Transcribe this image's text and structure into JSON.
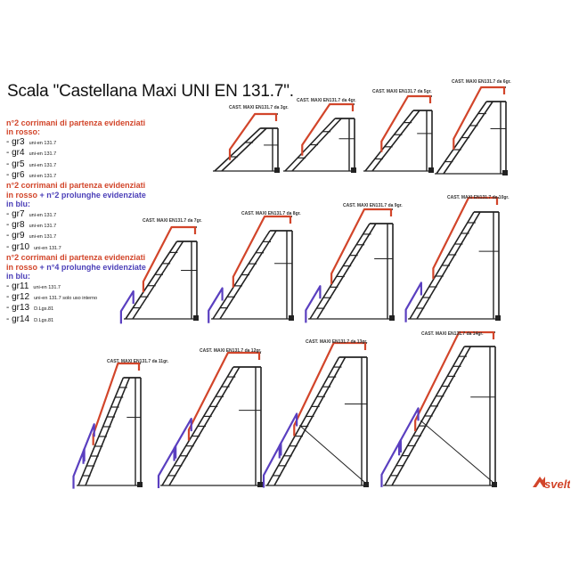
{
  "title": "Scala \"Castellana Maxi UNI EN 131.7\".",
  "legend": {
    "group1": {
      "header": [
        "n°2 corrimani di partenza evidenziati",
        "in rosso:"
      ],
      "items": [
        {
          "code": "- gr3",
          "note": "uni-en 131.7"
        },
        {
          "code": "- gr4",
          "note": "uni-en 131.7"
        },
        {
          "code": "- gr5",
          "note": "uni-en 131.7"
        },
        {
          "code": "- gr6",
          "note": "uni-en 131.7"
        }
      ]
    },
    "group2": {
      "header_red": "n°2 corrimani di partenza evidenziati",
      "header_mix_red": "in rosso",
      "header_mix_blue": " + n°2 prolunghe evidenziate",
      "header_blue": "in blu:",
      "items": [
        {
          "code": "- gr7",
          "note": "uni-en 131.7"
        },
        {
          "code": "- gr8",
          "note": "uni-en 131.7"
        },
        {
          "code": "- gr9",
          "note": "uni-en 131.7"
        },
        {
          "code": "- gr10",
          "note": "uni-en 131.7"
        }
      ]
    },
    "group3": {
      "header_red": "n°2 corrimani di partenza evidenziati",
      "header_mix_red": "in rosso",
      "header_mix_blue": " + n°4 prolunghe evidenziate",
      "header_blue": "in blu:",
      "items": [
        {
          "code": "- gr11",
          "note": "uni-en 131.7"
        },
        {
          "code": "- gr12",
          "note": "uni-en 131.7 solo uso interno"
        },
        {
          "code": "- gr13",
          "note": "D.Lgs.81"
        },
        {
          "code": "- gr14",
          "note": "D.Lgs.81"
        }
      ]
    }
  },
  "diagrams": [
    {
      "caption": "CAST. MAXI EN131.7 da 3gr.",
      "steps": 3,
      "extensions": 0
    },
    {
      "caption": "CAST. MAXI EN131.7 da 4gr.",
      "steps": 4,
      "extensions": 0
    },
    {
      "caption": "CAST. MAXI EN131.7 da 5gr.",
      "steps": 5,
      "extensions": 0
    },
    {
      "caption": "CAST. MAXI EN131.7 da 6gr.",
      "steps": 6,
      "extensions": 0
    },
    {
      "caption": "CAST. MAXI EN131.7 da 7gr.",
      "steps": 7,
      "extensions": 1
    },
    {
      "caption": "CAST. MAXI EN131.7 da 8gr.",
      "steps": 8,
      "extensions": 1
    },
    {
      "caption": "CAST. MAXI EN131.7 da 9gr.",
      "steps": 9,
      "extensions": 1
    },
    {
      "caption": "CAST. MAXI EN131.7 da 10gr.",
      "steps": 10,
      "extensions": 1
    },
    {
      "caption": "CAST. MAXI EN131.7 da 11gr.",
      "steps": 11,
      "extensions": 2
    },
    {
      "caption": "CAST. MAXI EN131.7 da 12gr.",
      "steps": 12,
      "extensions": 2
    },
    {
      "caption": "CAST. MAXI EN131.7 da 13gr.",
      "steps": 13,
      "extensions": 2
    },
    {
      "caption": "CAST. MAXI EN131.7 da 14gr.",
      "steps": 14,
      "extensions": 2
    }
  ],
  "logo": "svelt",
  "colors": {
    "handrail_start": "#d2452a",
    "extension": "#5a3fc0",
    "frame": "#222222",
    "logo": "#d2452a"
  }
}
